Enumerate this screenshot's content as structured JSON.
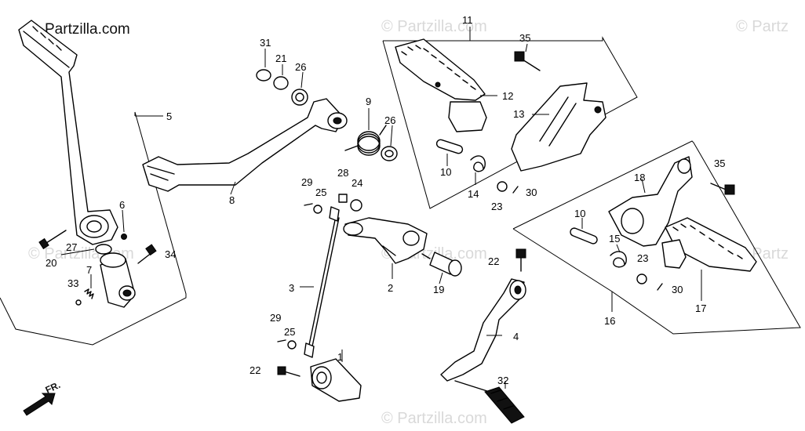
{
  "brand": {
    "copyright": "©",
    "name": "Partzilla.com"
  },
  "watermarks": [
    "© Partzilla.com",
    "© Partz",
    "© Partzilla.com",
    "© Partzilla.com",
    "© Partz",
    "© Partzilla.com"
  ],
  "direction_label": "FR.",
  "callouts": {
    "p1": "1",
    "p2": "2",
    "p3": "3",
    "p4": "4",
    "p5": "5",
    "p6": "6",
    "p7": "7",
    "p8": "8",
    "p9": "9",
    "p10a": "10",
    "p10b": "10",
    "p11": "11",
    "p12": "12",
    "p13": "13",
    "p14": "14",
    "p15": "15",
    "p16": "16",
    "p17": "17",
    "p18": "18",
    "p19": "19",
    "p20": "20",
    "p21": "21",
    "p22a": "22",
    "p22b": "22",
    "p23a": "23",
    "p23b": "23",
    "p24": "24",
    "p25a": "25",
    "p25b": "25",
    "p26a": "26",
    "p26b": "26",
    "p27": "27",
    "p28": "28",
    "p29a": "29",
    "p29b": "29",
    "p30a": "30",
    "p30b": "30",
    "p31": "31",
    "p32": "32",
    "p33": "33",
    "p34": "34",
    "p35a": "35",
    "p35b": "35"
  }
}
